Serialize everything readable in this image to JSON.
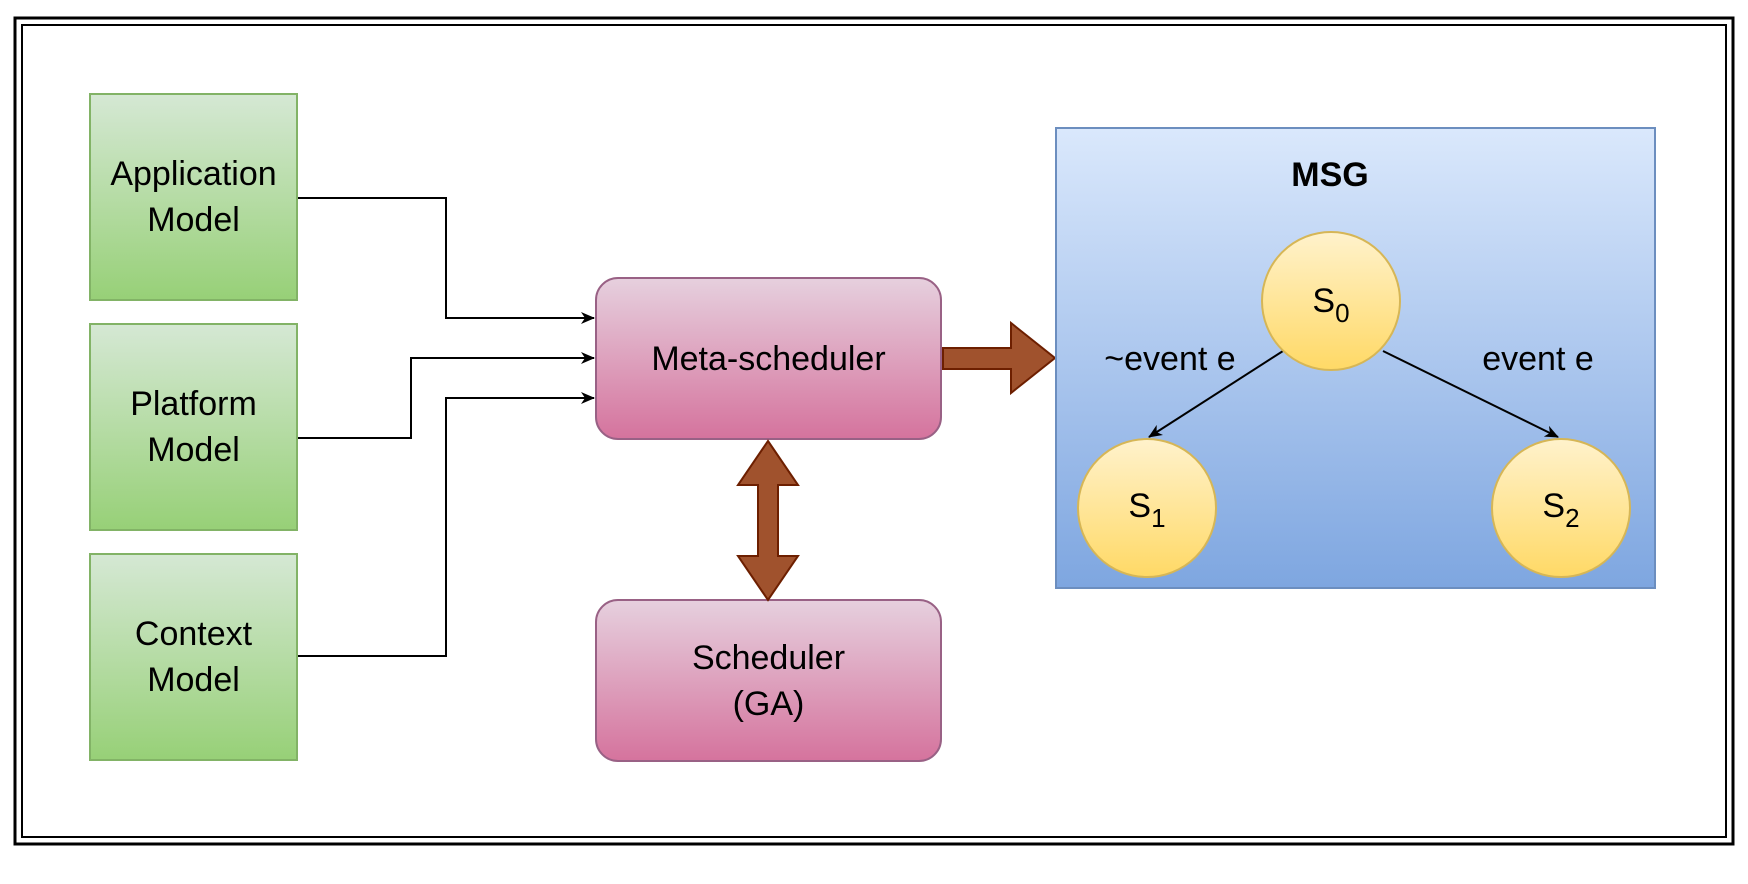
{
  "models": {
    "application": [
      "Application",
      "Model"
    ],
    "platform": [
      "Platform",
      "Model"
    ],
    "context": [
      "Context",
      "Model"
    ]
  },
  "meta_scheduler": "Meta-scheduler",
  "scheduler": [
    "Scheduler",
    "(GA)"
  ],
  "msg": {
    "title": "MSG",
    "states": [
      {
        "base": "S",
        "sub": "0"
      },
      {
        "base": "S",
        "sub": "1"
      },
      {
        "base": "S",
        "sub": "2"
      }
    ],
    "edges": [
      {
        "label": "~event e"
      },
      {
        "label": "event e"
      }
    ]
  },
  "colors": {
    "model_fill_top": "#d5e8d4",
    "model_fill_bottom": "#97d077",
    "model_stroke": "#82b366",
    "scheduler_fill_top": "#e6d0de",
    "scheduler_fill_bottom": "#d5739d",
    "scheduler_stroke": "#996185",
    "msg_fill_top": "#dae8fc",
    "msg_fill_bottom": "#7ea6e0",
    "msg_stroke": "#6c8ebf",
    "state_fill_top": "#fff2cc",
    "state_fill_bottom": "#ffd966",
    "state_stroke": "#d6b656",
    "big_arrow_fill": "#a0522d",
    "big_arrow_stroke": "#6d1f00"
  }
}
